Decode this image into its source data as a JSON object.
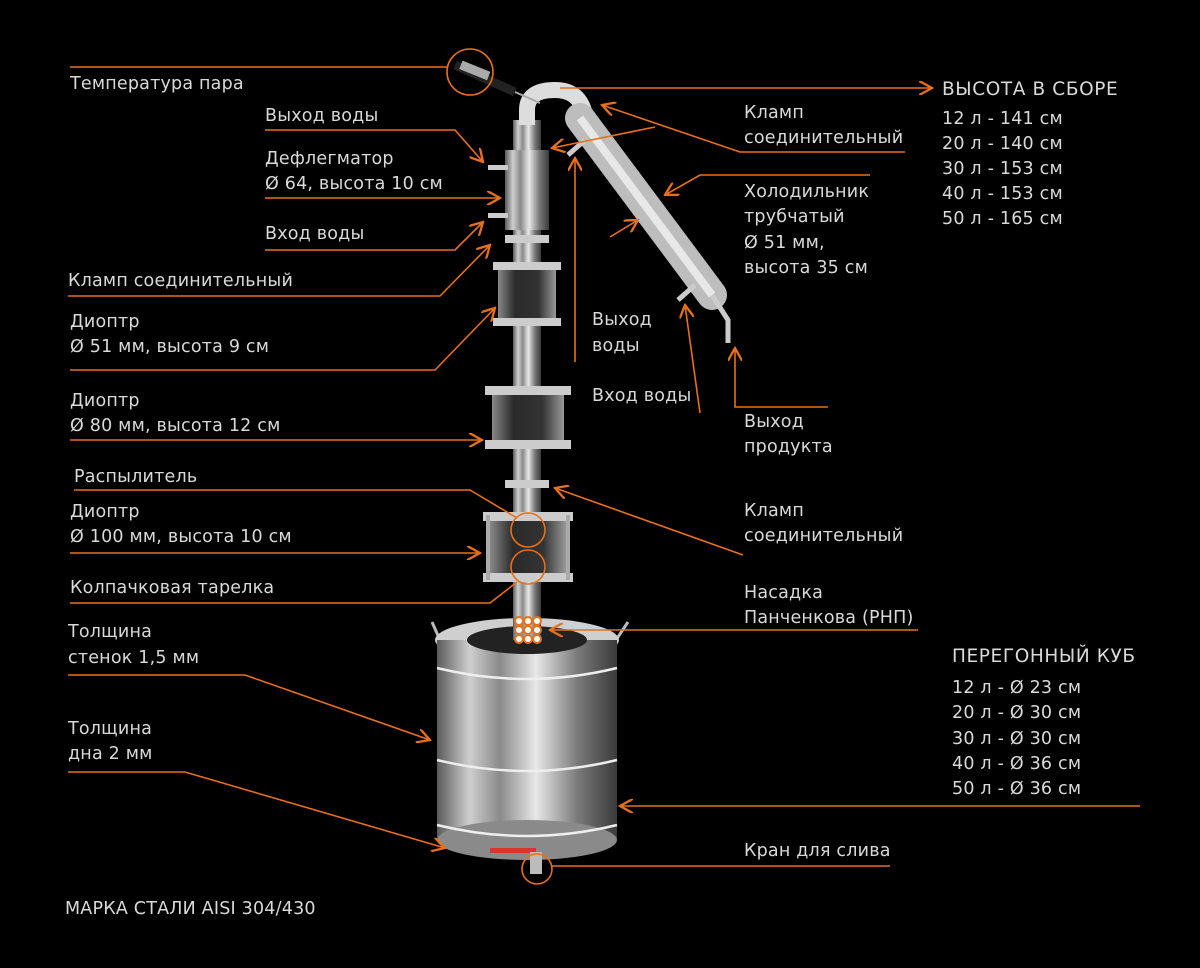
{
  "colors": {
    "accent": "#e8701a",
    "text": "#d9d9d9",
    "background": "#000000"
  },
  "labels_left": {
    "steam_temp": "Температура пара",
    "water_out": "Выход воды",
    "dephlegmator": [
      "Дефлегматор",
      "Ø 64, высота 10 см"
    ],
    "water_in": "Вход воды",
    "clamp": "Кламп соединительный",
    "diopter51": [
      "Диоптр",
      "Ø 51 мм, высота 9 см"
    ],
    "diopter80": [
      "Диоптр",
      "Ø 80 мм, высота 12 см"
    ],
    "sprayer": "Распылитель",
    "diopter100": [
      "Диоптр",
      "Ø 100 мм, высота 10 см"
    ],
    "bubble_tray": "Колпачковая тарелка",
    "wall_thickness": [
      "Толщина",
      "стенок 1,5 мм"
    ],
    "bottom_thickness": [
      "Толщина",
      "дна 2 мм"
    ],
    "steel_grade": "МАРКА СТАЛИ AISI 304/430"
  },
  "labels_right": {
    "height_title": "ВЫСОТА В СБОРЕ",
    "heights": [
      "12 л - 141 см",
      "20 л - 140 см",
      "30 л - 153 см",
      "40 л - 153 см",
      "50 л - 165 см"
    ],
    "clamp_top": [
      "Кламп",
      "соединительный"
    ],
    "cooler": [
      "Холодильник",
      "трубчатый",
      "Ø 51 мм,",
      "высота 35 см"
    ],
    "cooler_water_out": [
      "Выход",
      "воды"
    ],
    "cooler_water_in": "Вход воды",
    "product_out": [
      "Выход",
      "продукта"
    ],
    "clamp_mid": [
      "Кламп",
      "соединительный"
    ],
    "rnp": [
      "Насадка",
      "Панченкова (РНП)"
    ],
    "still_title": "ПЕРЕГОННЫЙ КУБ",
    "still_sizes": [
      "12 л - Ø 23 см",
      "20 л - Ø 30 см",
      "30 л - Ø 30 см",
      "40 л - Ø 36 см",
      "50 л - Ø 36 см"
    ],
    "drain_valve": "Кран для слива"
  }
}
